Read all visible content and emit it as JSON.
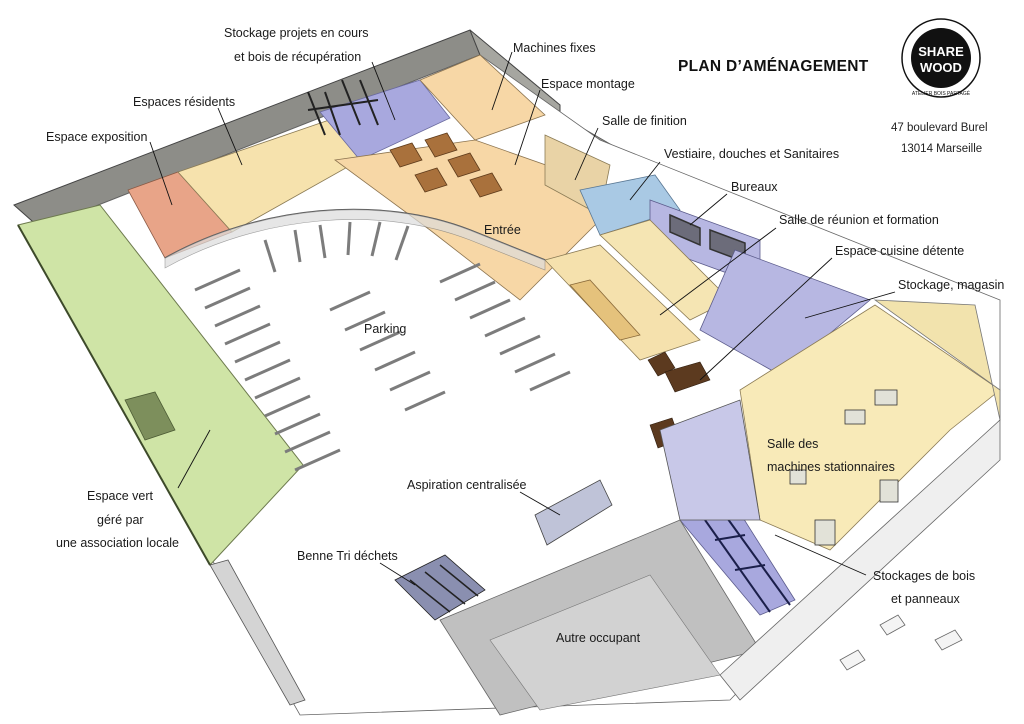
{
  "header": {
    "title": "PLAN D’AMÉNAGEMENT",
    "address_line1": "47 boulevard Burel",
    "address_line2": "13014 Marseille"
  },
  "logo": {
    "word1": "SHARE",
    "word2": "WOOD",
    "ring_text": "ATELIER BOIS PARTAGÉ"
  },
  "labels": {
    "stockage_projets_l1": "Stockage projets en cours",
    "stockage_projets_l2": "et bois de récupération",
    "machines_fixes": "Machines fixes",
    "espace_montage": "Espace montage",
    "espaces_residents": "Espaces résidents",
    "salle_finition": "Salle de finition",
    "espace_exposition": "Espace exposition",
    "vestiaire": "Vestiaire, douches et Sanitaires",
    "bureaux": "Bureaux",
    "salle_reunion": "Salle de réunion et formation",
    "entree": "Entrée",
    "espace_cuisine": "Espace cuisine détente",
    "stockage_magasin": "Stockage, magasin",
    "parking": "Parking",
    "salle_machines_l1": "Salle des",
    "salle_machines_l2": "machines stationnaires",
    "aspiration": "Aspiration centralisée",
    "espace_vert_l1": "Espace vert",
    "espace_vert_l2": "géré par",
    "espace_vert_l3": "une association locale",
    "benne": "Benne Tri déchets",
    "stockages_bois_l1": "Stockages de bois",
    "stockages_bois_l2": "et panneaux",
    "autre_occupant": "Autre occupant"
  },
  "colors": {
    "exposition": "#e8a488",
    "residents": "#f6e2ad",
    "storage_blue": "#a8a8de",
    "workshop": "#f7d7a6",
    "finition": "#e9d3a6",
    "vestiaire": "#a9c9e4",
    "offices": "#f5e5b3",
    "machines_room": "#f8eab8",
    "green_space": "#cfe4a6",
    "wall_grey": "#8a8a85",
    "ground": "#ffffff",
    "dark_block": "#b9b9b9"
  }
}
